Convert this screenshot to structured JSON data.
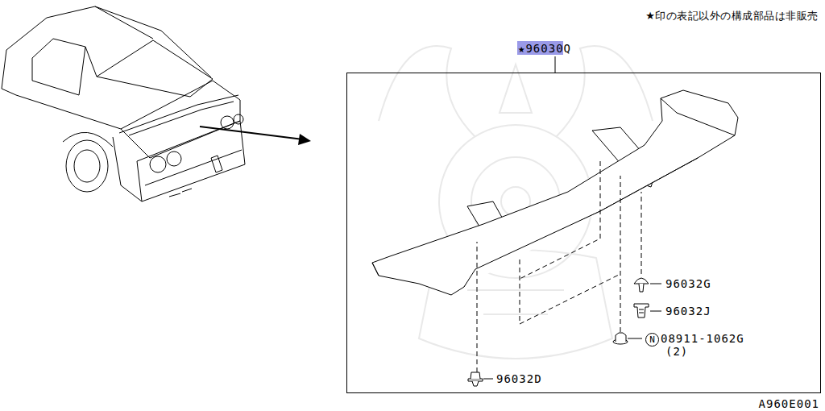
{
  "diagram": {
    "nodes": [
      {
        "text": [
          "★96030Q"
        ]
      },
      {
        "text": [
          "N"
        ],
        "in": 0
      }
    ],
    "labels": [
      "★印の表記以外の構成部品は非販売",
      "96032G",
      "96032J",
      "08911-1062G",
      "(2)",
      "96032D",
      "A960E001"
    ]
  }
}
